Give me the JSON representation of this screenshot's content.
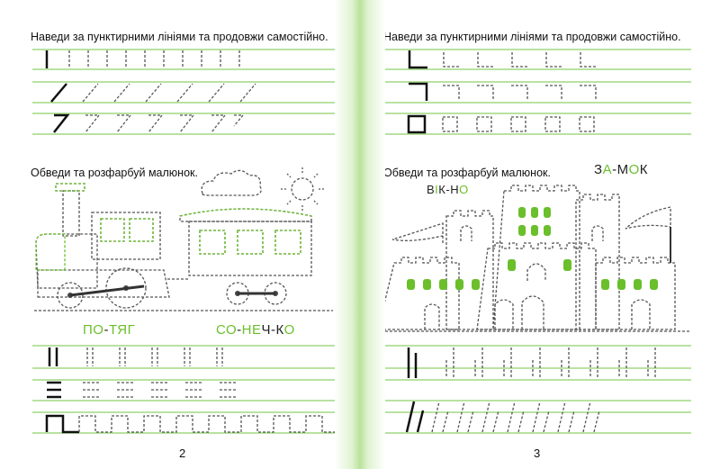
{
  "left_page": {
    "instruction_trace": "Наведи за пунктирними лініями та продовжи самостійно.",
    "instruction_color": "Обведи та розфарбуй малюнок.",
    "word_train": [
      [
        "ПО",
        "g"
      ],
      [
        "-",
        "k"
      ],
      [
        "ТЯГ",
        "g"
      ]
    ],
    "word_sun": [
      [
        "СО",
        "g"
      ],
      [
        "-",
        "k"
      ],
      [
        "НЕ",
        "g"
      ],
      [
        "Ч",
        "k"
      ],
      [
        "-",
        "k"
      ],
      [
        "К",
        "k"
      ],
      [
        "О",
        "g"
      ]
    ],
    "page_number": "2"
  },
  "right_page": {
    "instruction_trace": "Наведи за пунктирними лініями та продовжи самостійно.",
    "instruction_color": "Обведи та розфарбуй малюнок.",
    "word_castle": [
      [
        "З",
        "k"
      ],
      [
        "А",
        "g"
      ],
      [
        "-",
        "k"
      ],
      [
        "М",
        "k"
      ],
      [
        "О",
        "g"
      ],
      [
        "К",
        "k"
      ]
    ],
    "word_window": [
      [
        "В",
        "k"
      ],
      [
        "І",
        "g"
      ],
      [
        "К",
        "k"
      ],
      [
        "-",
        "k"
      ],
      [
        "Н",
        "k"
      ],
      [
        "О",
        "g"
      ]
    ],
    "page_number": "3"
  },
  "colors": {
    "accent_green": "#6abf2a",
    "line_green": "#8fd16a",
    "ink": "#222222"
  }
}
